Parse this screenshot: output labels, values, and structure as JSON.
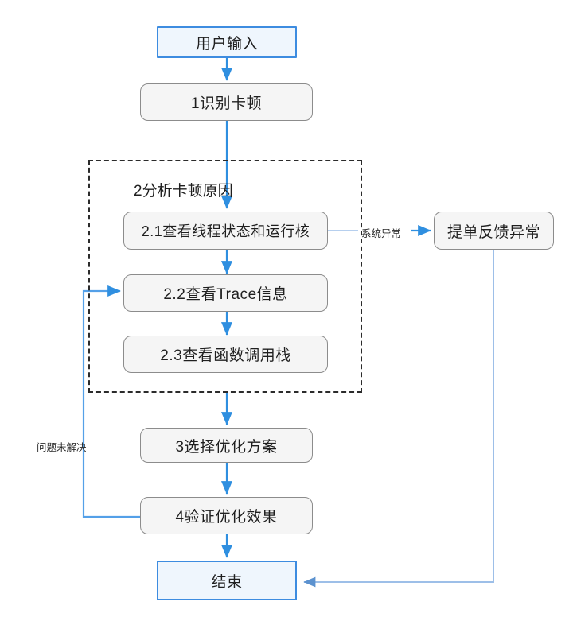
{
  "diagram": {
    "title_node": "用户输入",
    "end_node": "结束",
    "colors": {
      "terminator_border": "#3d8ce0",
      "terminator_fill": "#eff6fd",
      "process_border": "#8c8c8c",
      "process_fill": "#f5f5f5",
      "arrow_primary": "#2f8fe0",
      "arrow_secondary": "#9dbfe8",
      "group_border": "#2b2b2b",
      "text": "#1f1f1f"
    },
    "nodes": {
      "start": {
        "label": "用户输入",
        "type": "terminator"
      },
      "step1": {
        "label": "1识别卡顿",
        "type": "process"
      },
      "group2_title": {
        "label": "2分析卡顿原因"
      },
      "step21": {
        "label": "2.1查看线程状态和运行核",
        "type": "process"
      },
      "step22": {
        "label": "2.2查看Trace信息",
        "type": "process"
      },
      "step23": {
        "label": "2.3查看函数调用栈",
        "type": "process"
      },
      "issue": {
        "label": "提单反馈异常",
        "type": "process"
      },
      "step3": {
        "label": "3选择优化方案",
        "type": "process"
      },
      "step4": {
        "label": "4验证优化效果",
        "type": "process"
      },
      "end": {
        "label": "结束",
        "type": "terminator"
      }
    },
    "edge_labels": {
      "system_abnormal": "系统异常",
      "unresolved": "问题未解决"
    }
  }
}
